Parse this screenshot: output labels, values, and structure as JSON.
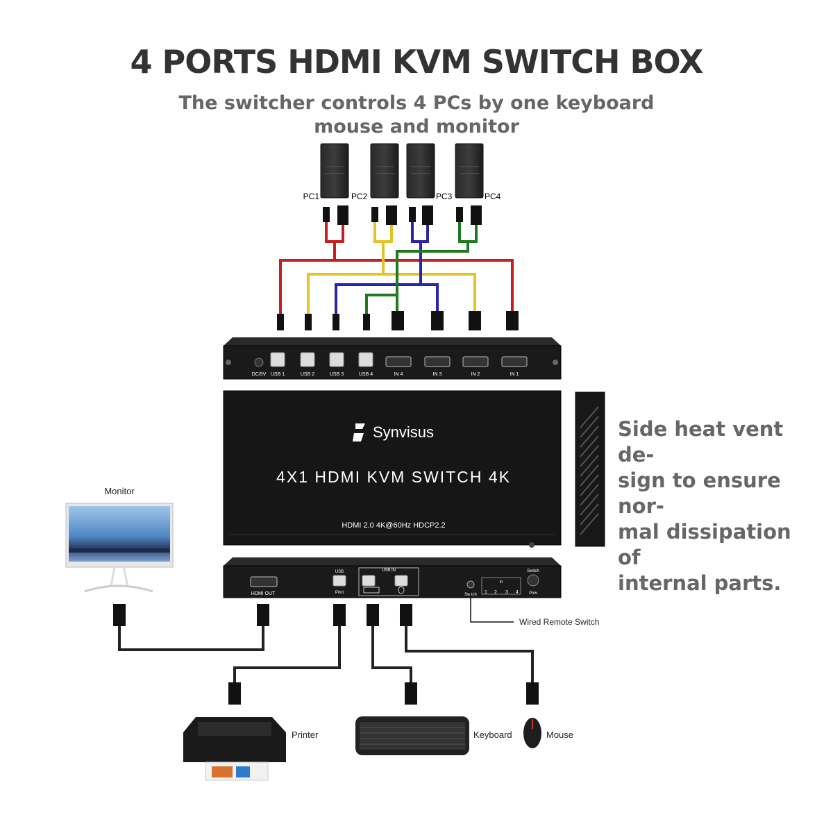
{
  "title": "4 PORTS HDMI KVM SWITCH BOX",
  "subtitle_line1": "The switcher controls 4 PCs by one keyboard",
  "subtitle_line2": "mouse and monitor",
  "pcs": [
    "PC1",
    "PC2",
    "PC3",
    "PC4"
  ],
  "rear_panel": {
    "power_label": "DC/5V",
    "usb_ports": [
      "USB 1",
      "USB 2",
      "USB 3",
      "USB 4"
    ],
    "hdmi_ports": [
      "IN 4",
      "IN 3",
      "IN 2",
      "IN 1"
    ]
  },
  "top_panel": {
    "brand": "Synvisus",
    "model": "4X1 HDMI KVM SWITCH 4K",
    "specs": "HDMI 2.0  4K@60Hz  HDCP2.2"
  },
  "side_text_lines": [
    "Side heat vent de-",
    "sign to ensure nor-",
    "mal dissipation of",
    "internal parts."
  ],
  "front_panel": {
    "hdmi_out": "HDMI OUT",
    "usb_top": "USB",
    "usb_print": "Print",
    "usb_in": "USB IN",
    "switch_top": "Switch",
    "switch_left": "Switch",
    "in_label": "In",
    "in_numbers": [
      "1",
      "2",
      "3",
      "4"
    ],
    "pow": "Pow"
  },
  "devices": {
    "monitor": "Monitor",
    "printer": "Printer",
    "keyboard": "Keyboard",
    "mouse": "Mouse",
    "wired_remote": "Wired Remote Switch"
  },
  "colors": {
    "red": "#c81e1e",
    "yellow": "#e6c229",
    "blue": "#2b24a8",
    "green": "#1f7a1f",
    "black": "#111111",
    "title": "#333333",
    "subtitle": "#666666"
  }
}
